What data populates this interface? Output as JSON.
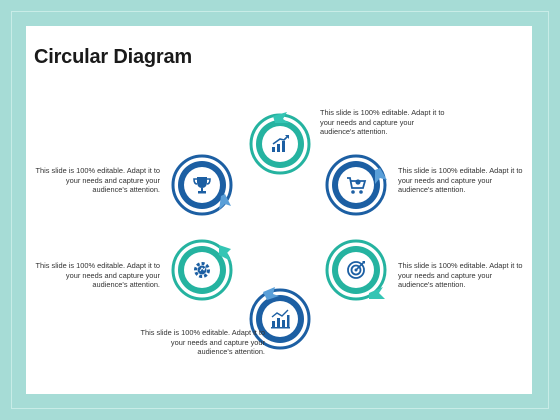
{
  "slide": {
    "title": "Circular Diagram"
  },
  "colors": {
    "teal": "#25b3a0",
    "blue": "#1c5fa3",
    "arrow_teal": "#34c5b4",
    "arrow_blue": "#5a9fd8",
    "background": "#a6dcd6"
  },
  "nodes": [
    {
      "id": "top",
      "icon": "growth-chart-icon",
      "color": "teal",
      "caption": "This slide is 100% editable. Adapt it to your needs and capture your audience's attention."
    },
    {
      "id": "upper-right",
      "icon": "cart-icon",
      "color": "blue",
      "caption": "This slide is 100% editable. Adapt it to your needs and capture your audience's attention."
    },
    {
      "id": "lower-right",
      "icon": "target-icon",
      "color": "teal",
      "caption": "This slide is 100% editable. Adapt it to your needs and capture your audience's attention."
    },
    {
      "id": "bottom",
      "icon": "bar-chart-icon",
      "color": "blue",
      "caption": "This slide is 100% editable. Adapt it to your needs and capture your audience's attention."
    },
    {
      "id": "lower-left",
      "icon": "gear-icon",
      "color": "teal",
      "caption": "This slide is 100% editable. Adapt it to your needs and capture your audience's attention."
    },
    {
      "id": "upper-left",
      "icon": "trophy-icon",
      "color": "blue",
      "caption": "This slide is 100% editable. Adapt it to your needs and capture your audience's attention."
    }
  ]
}
